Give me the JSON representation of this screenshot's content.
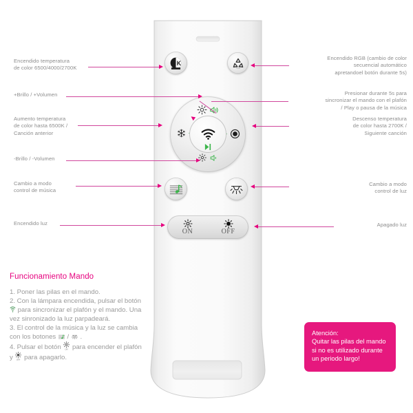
{
  "callouts_left": [
    {
      "id": "cct-on",
      "text": "Encendido temperatura\nde color 6500/4000/2700K"
    },
    {
      "id": "brightness-up",
      "text": "+Brillo / +Volumen"
    },
    {
      "id": "cct-up",
      "text": "Aumento temperatura\nde color hasta 6500K /\nCanción anterior"
    },
    {
      "id": "brightness-dn",
      "text": "-Brillo / -Volumen"
    },
    {
      "id": "music-mode",
      "text": "Cambio a modo\ncontrol de música"
    },
    {
      "id": "light-on",
      "text": "Encendido luz"
    }
  ],
  "callouts_right": [
    {
      "id": "rgb-on",
      "text": "Encendido RGB (cambio de color\nsecuencial automático\napretandoel botón durante 5s)"
    },
    {
      "id": "sync-play",
      "text": "Presionar durante 5s para\nsincronizar el mando con el plafón\n/ Play o pausa de la música"
    },
    {
      "id": "cct-down",
      "text": "Descenso temperatura\nde color hasta 2700K /\nSiguiente canción"
    },
    {
      "id": "light-mode",
      "text": "Cambio a modo\ncontrol de luz"
    },
    {
      "id": "light-off",
      "text": "Apagado luz"
    }
  ],
  "remote": {
    "buttons": {
      "cct": {
        "icon": "kelvin-icon",
        "label": "K"
      },
      "rgb": {
        "icon": "recycle-arrows-icon"
      },
      "music_mode": {
        "icon": "music-note-staff-icon"
      },
      "light_mode": {
        "icon": "ceiling-lamp-icon"
      }
    },
    "dial": {
      "up": {
        "icons": "sun-plus-icon, speaker-plus-icon"
      },
      "down": {
        "icons": "sun-minus-icon, speaker-minus-icon"
      },
      "left": {
        "icons": "snowflake-icon, rewind-icon"
      },
      "right": {
        "icons": "fast-forward-icon, warm-dot-icon"
      },
      "center": {
        "icons": "wifi-icon, play-pause-icon"
      }
    },
    "onoff": {
      "on_label": "ON",
      "off_label": "OFF",
      "on_icon": "sun-outline-icon",
      "off_icon": "sun-filled-icon"
    }
  },
  "instructions": {
    "title": "Funcionamiento Mando",
    "steps": [
      "1. Poner las pilas en el mando.",
      "2. Con la lámpara encendida, pulsar el botón ",
      " para sincronizar el plafón y el mando. Una vez sinronizado la luz parpadeará.",
      "3. El control de la música y la luz se cambia con los botones ",
      " / ",
      " .",
      "4. Pulsar el botón ",
      " para encender el plafón y ",
      " para apagarlo."
    ]
  },
  "warning": {
    "title": "Atención:",
    "body": "Quitar las pilas del mando si no es utilizado durante un periodo largo!"
  },
  "colors": {
    "accent_pink": "#e6007e",
    "leader_pink": "#d0469c",
    "warning_bg": "#e6187e",
    "text_gray": "#9a9a9a",
    "icon_green": "#3bb54a"
  }
}
